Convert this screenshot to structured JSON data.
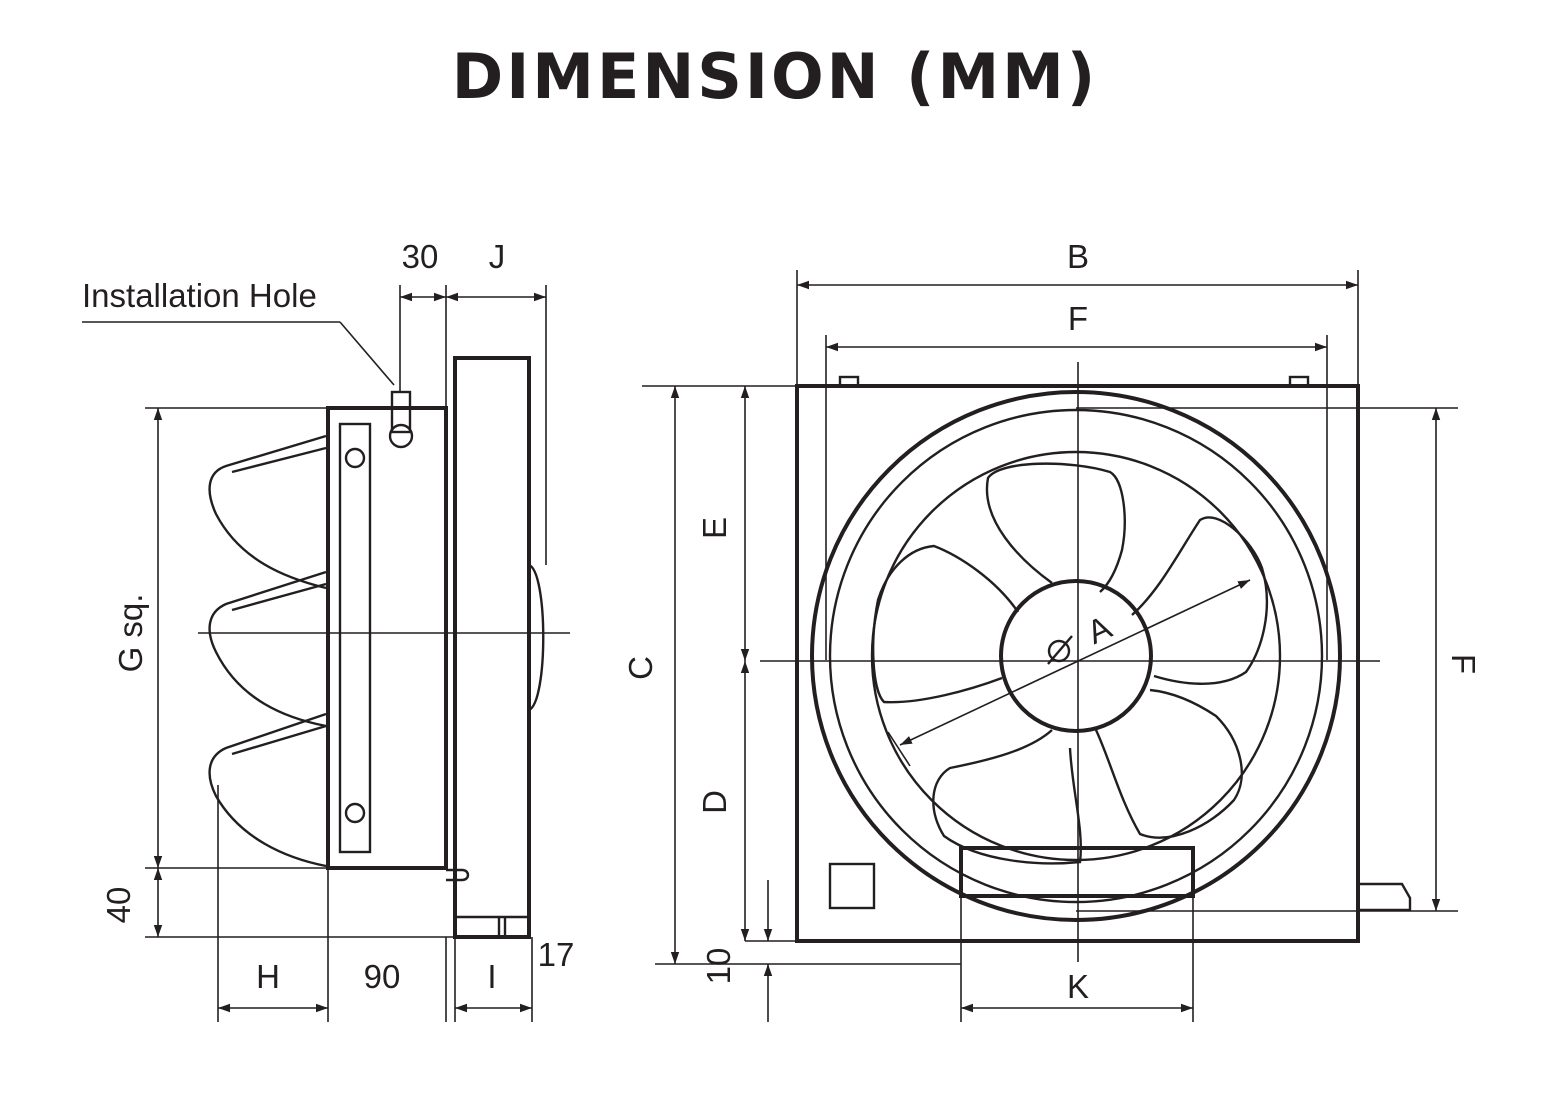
{
  "title": "DIMENSION (MM)",
  "labels": {
    "installation_hole": "Installation Hole",
    "dim_30": "30",
    "dim_J": "J",
    "dim_G": "G sq.",
    "dim_40": "40",
    "dim_H": "H",
    "dim_90": "90",
    "dim_I": "I",
    "dim_17": "17",
    "dim_B": "B",
    "dim_F_top": "F",
    "dim_F_right": "F",
    "dim_C": "C",
    "dim_E": "E",
    "dim_D": "D",
    "dim_10": "10",
    "dim_K": "K",
    "dim_A": "A"
  }
}
